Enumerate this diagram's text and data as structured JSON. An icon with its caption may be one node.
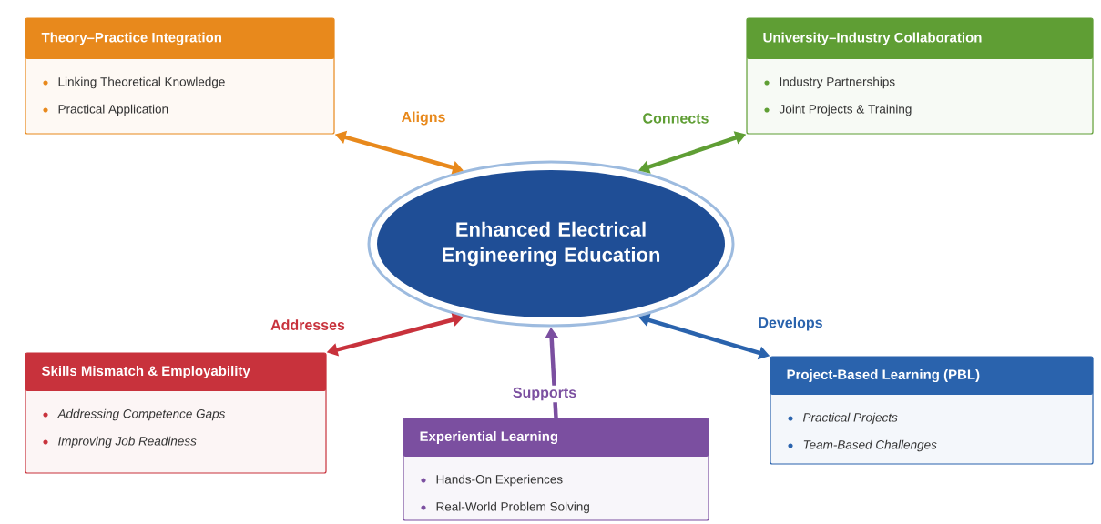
{
  "diagram": {
    "nodes": [
      {
        "text": [
          "Theory–Practice Integration",
          "Linking Theoretical Knowledge",
          "Practical Application"
        ]
      },
      {
        "text": [
          "University–Industry Collaboration",
          "Industry Partnerships",
          "Joint Projects & Training"
        ]
      },
      {
        "text": [
          "Enhanced Electrical Engineering Education"
        ]
      },
      {
        "text": [
          "Skills Mismatch & Employability",
          "Addressing Competence Gaps",
          "Improving Job Readiness"
        ]
      },
      {
        "text": [
          "Project-Based Learning (PBL)",
          "Practical Projects",
          "Team-Based Challenges"
        ]
      },
      {
        "text": [
          "Experiential Learning",
          "Hands-On Experiences",
          "Real-World Problem Solving"
        ]
      }
    ],
    "edges": [
      {
        "from": 0,
        "to": 2,
        "arrow": "both",
        "label": "Aligns",
        "color": "#e8891c"
      },
      {
        "from": 1,
        "to": 2,
        "arrow": "both",
        "label": "Connects",
        "color": "#5f9e34"
      },
      {
        "from": 3,
        "to": 2,
        "arrow": "both",
        "label": "Addresses",
        "color": "#c8323c"
      },
      {
        "from": 5,
        "to": 2,
        "arrow": "to",
        "label": "Supports",
        "color": "#7b4fa0"
      },
      {
        "from": 4,
        "to": 2,
        "arrow": "both",
        "label": "Develops",
        "color": "#2a63ad"
      }
    ]
  }
}
